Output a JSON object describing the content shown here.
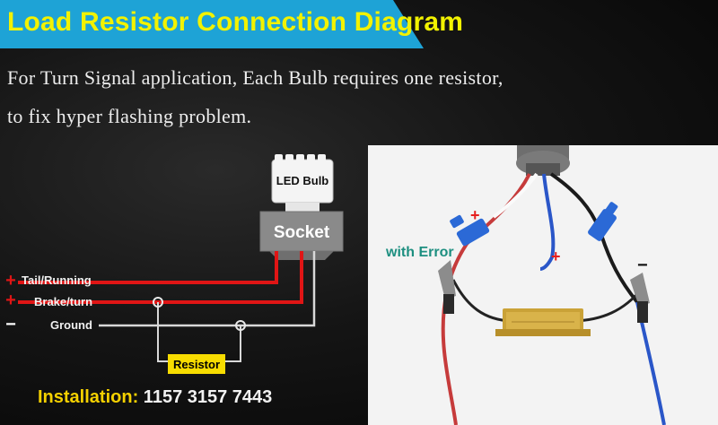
{
  "title": "Load Resistor Connection Diagram",
  "description": {
    "line1": "For Turn Signal application, Each Bulb requires one resistor,",
    "line2": "to fix hyper flashing problem."
  },
  "diagram": {
    "led_bulb_label": "LED Bulb",
    "socket_label": "Socket",
    "resistor_label": "Resistor",
    "wires": [
      {
        "sign": "+",
        "label": "Tail/Running"
      },
      {
        "sign": "+",
        "label": "Brake/turn"
      },
      {
        "sign": "−",
        "label": "Ground"
      }
    ]
  },
  "installation": {
    "label": "Installation:",
    "models": "1157 3157 7443"
  },
  "photo": {
    "error_label": "with Error",
    "plus_sign_1": "+",
    "plus_sign_2": "+",
    "minus_sign": "−"
  },
  "colors": {
    "title": "#f2f200",
    "banner": "#1ea3d6",
    "positive_wire": "#e01515",
    "ground_wire": "#d8d8d8",
    "resistor_label_bg": "#f7dc00",
    "socket": "#8a8a8a",
    "error_label": "#1d8f80",
    "photo_sign": "#e51e1e"
  }
}
